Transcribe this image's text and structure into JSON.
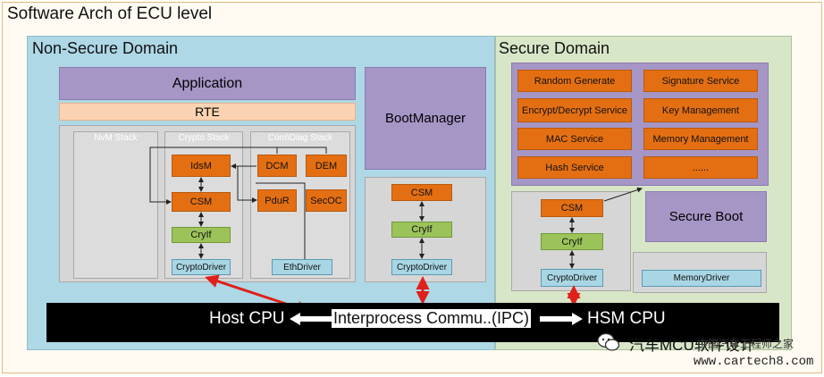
{
  "title": "Software Arch of ECU level",
  "non_secure": {
    "title": "Non-Secure Domain",
    "application": "Application",
    "rte": "RTE",
    "nvm_stack": "NvM Stack",
    "crypto_stack": "Crypto Stack",
    "comdiag_stack": "Com\\Diag Stack",
    "idsm": "IdsM",
    "dcm": "DCM",
    "dem": "DEM",
    "csm": "CSM",
    "pdur": "PduR",
    "secoc": "SecOC",
    "cryif": "CryIf",
    "cryptodriver": "CryptoDriver",
    "ethdriver": "EthDriver",
    "bootmanager": "BootManager",
    "bm_csm": "CSM",
    "bm_cryif": "CryIf",
    "bm_cryptodriver": "CryptoDriver"
  },
  "secure": {
    "title": "Secure Domain",
    "services": [
      "Random Generate",
      "Signature Service",
      "Encrypt/Decrypt Service",
      "Key Management",
      "MAC Service",
      "Memory Management",
      "Hash Service",
      "......"
    ],
    "csm": "CSM",
    "cryif": "CryIf",
    "cryptodriver": "CryptoDriver",
    "secure_boot": "Secure Boot",
    "memorydriver": "MemoryDriver"
  },
  "ipc": {
    "host": "Host CPU",
    "label": "Interprocess Commu..(IPC)",
    "hsm": "HSM CPU"
  },
  "watermark": {
    "name": "汽车MCU软件设计",
    "site_name": "中国汽车工程师之家",
    "url": "www.cartech8.com"
  },
  "colors": {
    "non_secure_bg": "#aed8e6",
    "secure_bg": "#d8e6c8",
    "module_orange": "#e46f12",
    "module_green": "#9bc35a",
    "driver_blue": "#a9d6e4",
    "ipc_bar": "#000000",
    "ipc_arrow": "#e0201a"
  },
  "icons": [
    "wechat-icon"
  ]
}
